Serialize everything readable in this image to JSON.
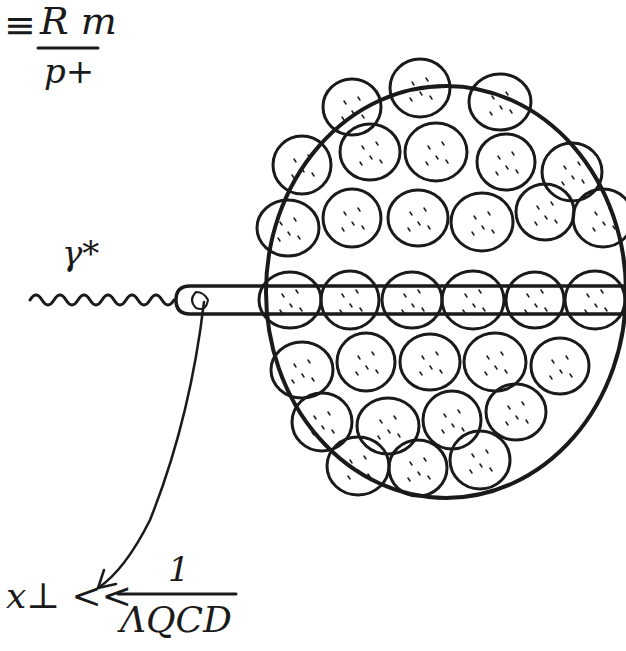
{
  "diagram": {
    "labels": [
      "≡",
      "R m",
      "p+",
      "γ*",
      "x⊥ <<",
      "1",
      "ΛQCD"
    ]
  }
}
